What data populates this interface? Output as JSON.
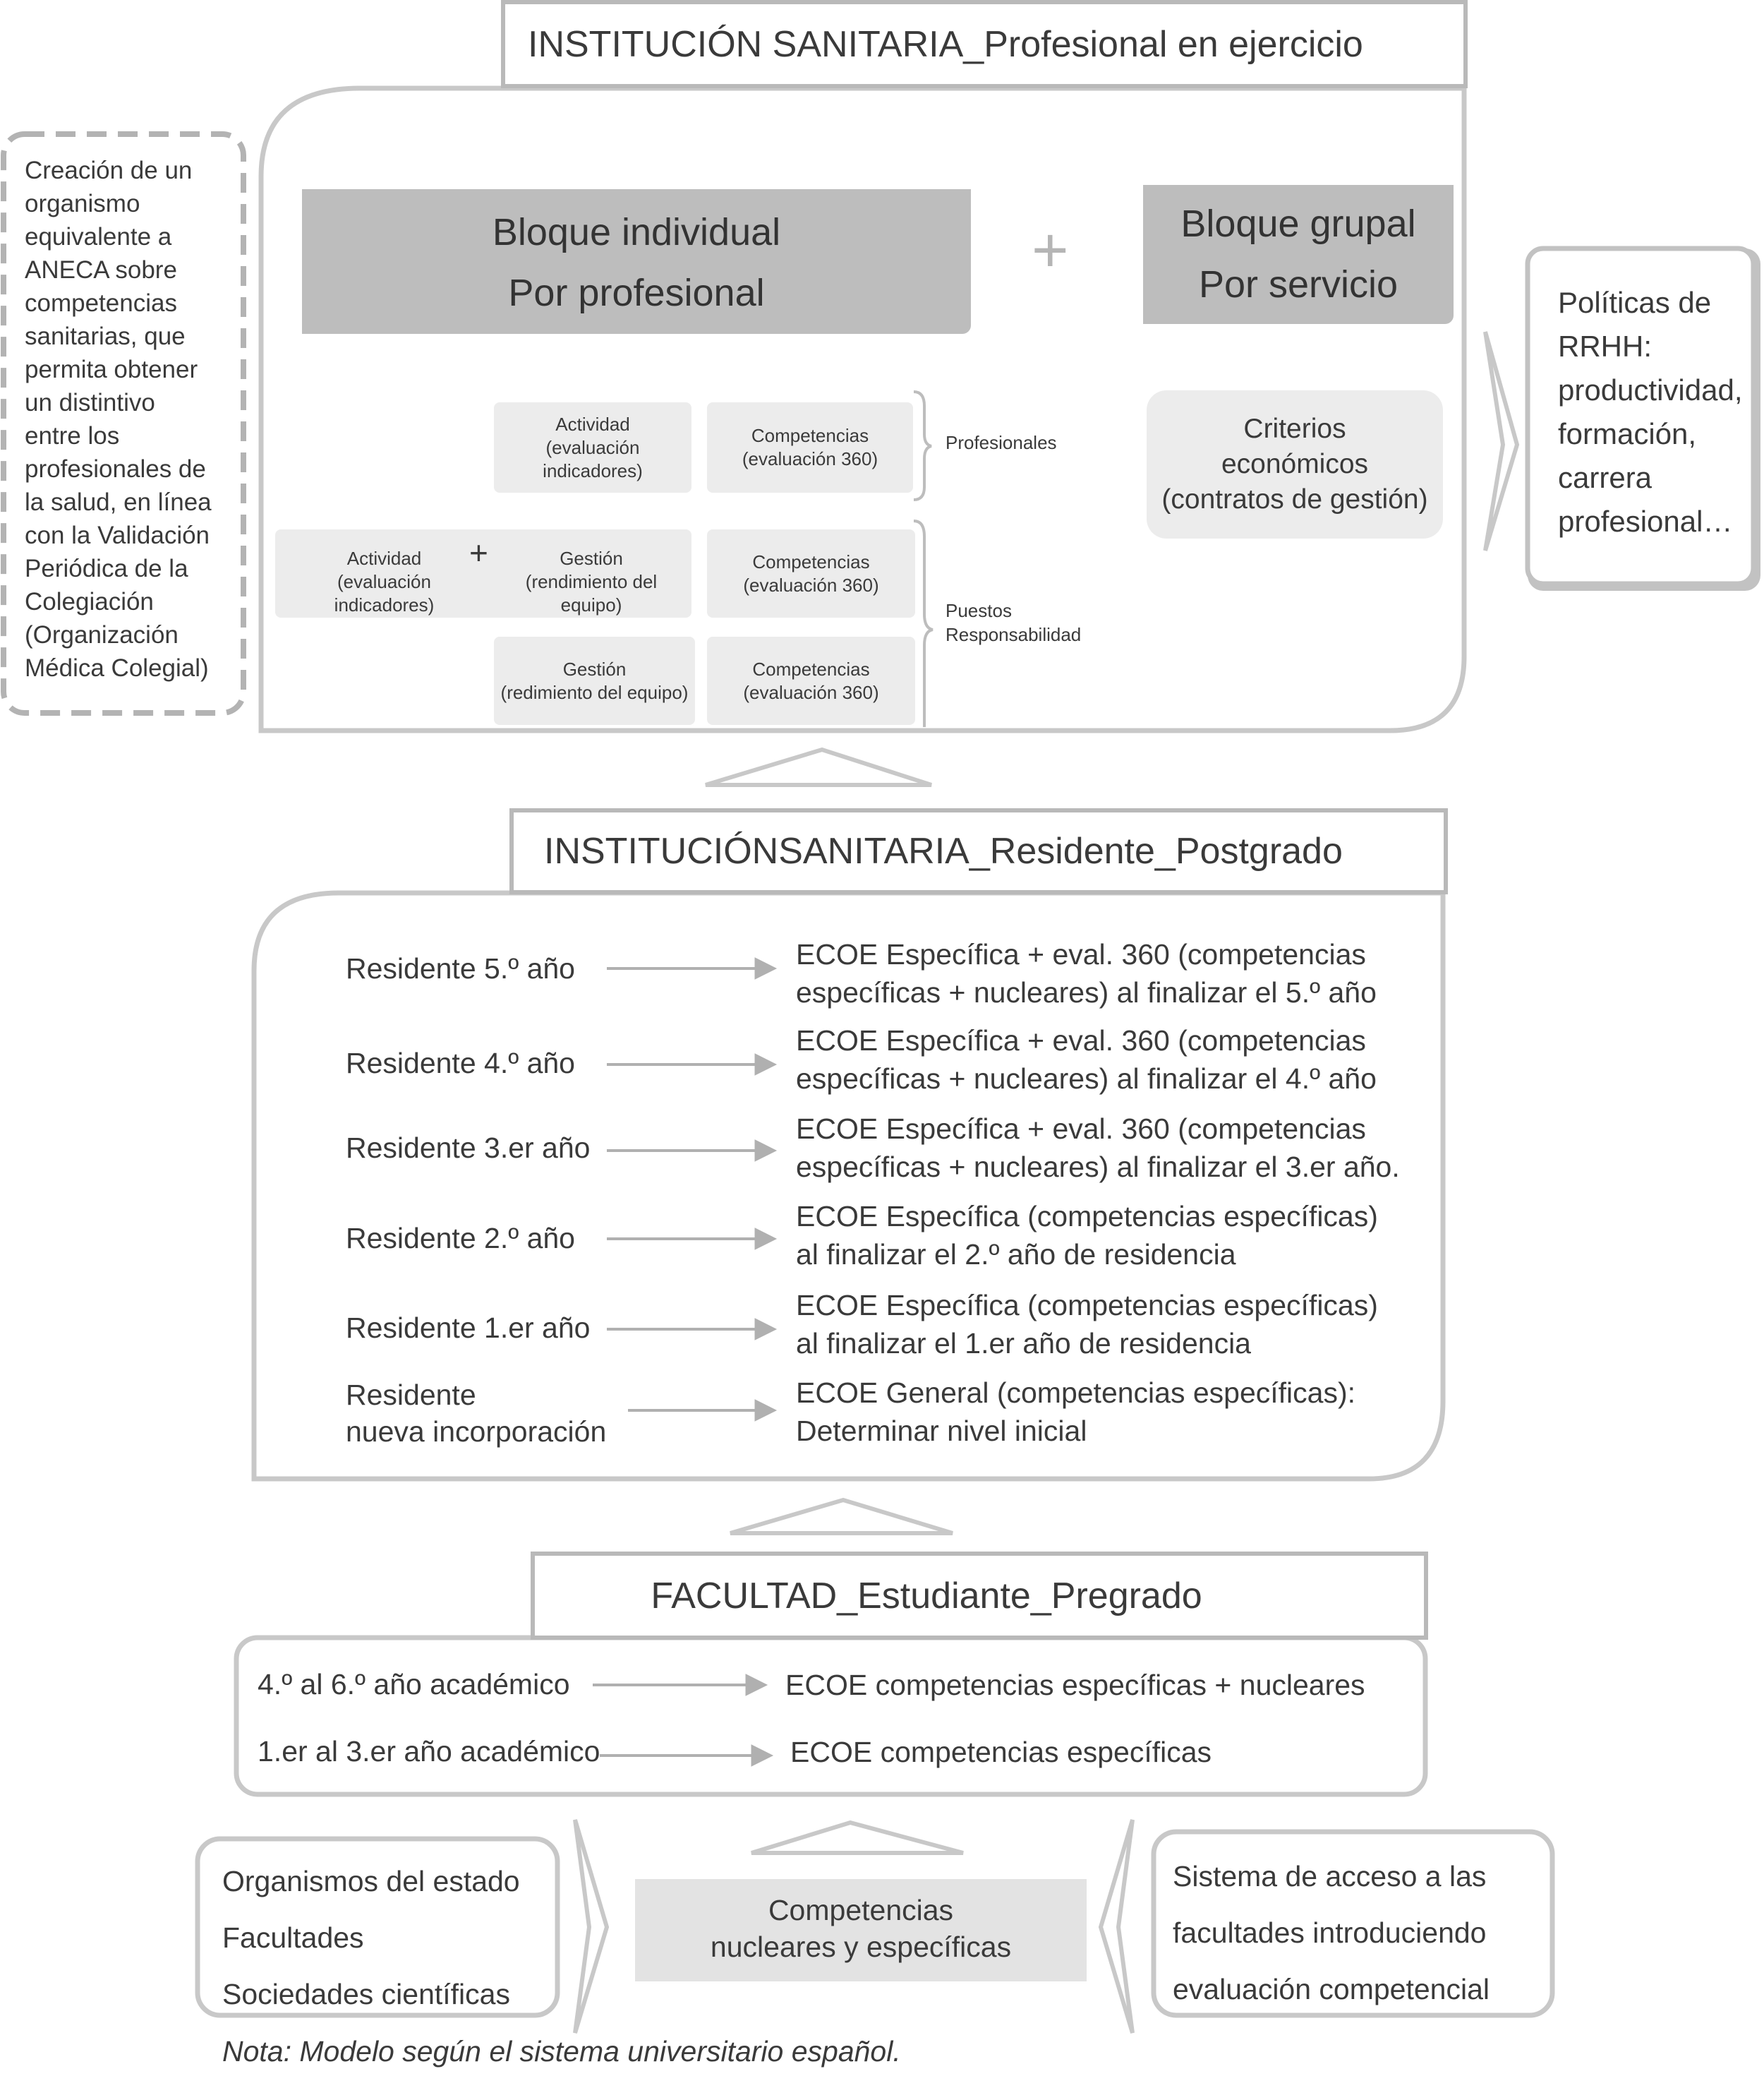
{
  "top": {
    "title": "INSTITUCIÓN SANITARIA_Profesional en ejercicio",
    "left_note": [
      "Creación de un",
      "organismo",
      "equivalente a",
      "ANECA sobre",
      "competencias",
      "sanitarias, que",
      "permita obtener",
      "un distintivo",
      "entre los",
      "profesionales de",
      "la salud, en línea",
      "con la Validación",
      "Periódica de la",
      "Colegiación",
      "(Organización",
      "Médica Colegial)"
    ],
    "bloque_individual": [
      "Bloque individual",
      "Por profesional"
    ],
    "plus": "+",
    "bloque_grupal": [
      "Bloque grupal",
      "Por servicio"
    ],
    "actividad_1": [
      "Actividad",
      "(evaluación",
      "indicadores)"
    ],
    "competencias_1": [
      "Competencias",
      "(evaluación 360)"
    ],
    "profesionales": "Profesionales",
    "actividad_2": [
      "Actividad",
      "(evaluación indicadores)"
    ],
    "plus_small": "+",
    "gestion_1": [
      "Gestión",
      "(rendimiento del equipo)"
    ],
    "competencias_2": [
      "Competencias",
      "(evaluación 360)"
    ],
    "puestos": [
      "Puestos",
      "Responsabilidad"
    ],
    "gestion_2": [
      "Gestión",
      "(redimiento del equipo)"
    ],
    "competencias_3": [
      "Competencias",
      "(evaluación 360)"
    ],
    "criterios": [
      "Criterios",
      "económicos",
      "(contratos de gestión)"
    ],
    "right_note": [
      "Políticas de",
      "RRHH:",
      "productividad,",
      "formación,",
      "carrera",
      "profesional…"
    ]
  },
  "middle": {
    "title": "INSTITUCIÓNSANITARIA_Residente_Postgrado",
    "rows": [
      {
        "left": [
          "Residente 5.º año"
        ],
        "right": [
          "ECOE Específica + eval. 360 (competencias",
          "específicas + nucleares) al finalizar el 5.º año"
        ]
      },
      {
        "left": [
          "Residente 4.º año"
        ],
        "right": [
          "ECOE Específica + eval. 360 (competencias",
          "específicas + nucleares) al finalizar el 4.º año"
        ]
      },
      {
        "left": [
          "Residente 3.er año"
        ],
        "right": [
          "ECOE Específica + eval. 360 (competencias",
          "específicas + nucleares) al finalizar el 3.er año."
        ]
      },
      {
        "left": [
          "Residente 2.º año"
        ],
        "right": [
          "ECOE Específica (competencias específicas)",
          "al finalizar el 2.º año de residencia"
        ]
      },
      {
        "left": [
          "Residente 1.er año"
        ],
        "right": [
          "ECOE Específica (competencias específicas)",
          "al finalizar el 1.er año de residencia"
        ]
      },
      {
        "left": [
          "Residente",
          "nueva incorporación"
        ],
        "right": [
          "ECOE General (competencias específicas):",
          "Determinar nivel inicial"
        ]
      }
    ]
  },
  "bottom": {
    "title": "FACULTAD_Estudiante_Pregrado",
    "rows": [
      {
        "left": "4.º al 6.º año académico",
        "right": "ECOE competencias específicas + nucleares"
      },
      {
        "left": "1.er al 3.er año académico",
        "right": "ECOE competencias específicas"
      }
    ],
    "left_box": [
      "Organismos del estado",
      "Facultades",
      "Sociedades científicas"
    ],
    "center_box": [
      "Competencias",
      "nucleares y específicas"
    ],
    "right_box": [
      "Sistema de acceso a las",
      "facultades introduciendo",
      "evaluación competencial"
    ],
    "note": "Nota: Modelo según el sistema universitario español."
  }
}
